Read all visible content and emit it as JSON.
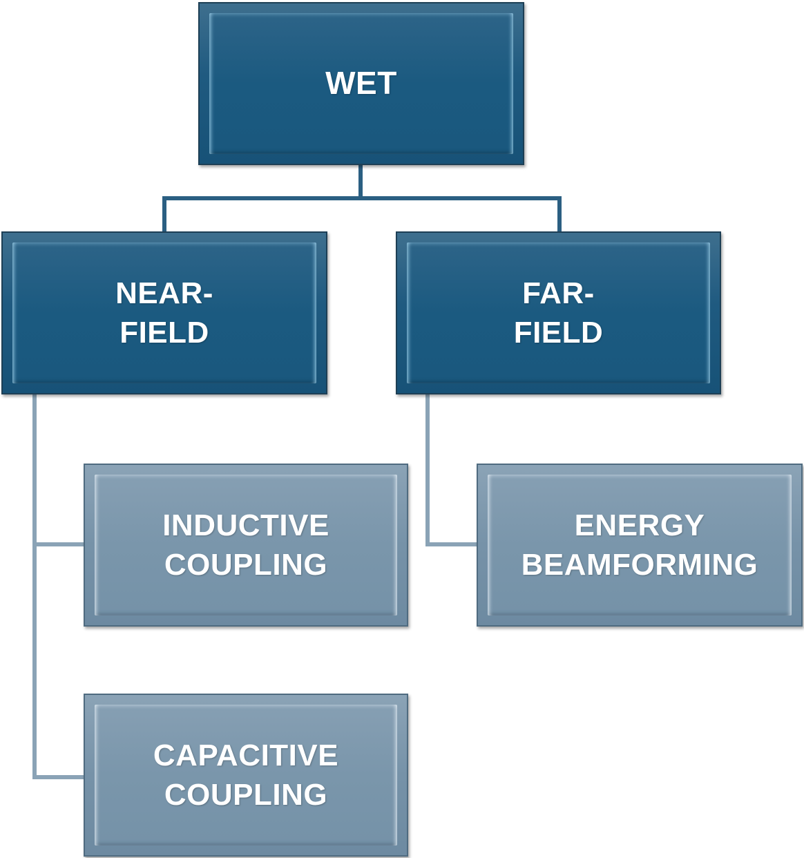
{
  "nodes": {
    "root": {
      "label": "WET"
    },
    "near_field": {
      "label": "NEAR-\nFIELD"
    },
    "far_field": {
      "label": "FAR-\nFIELD"
    },
    "inductive": {
      "label": "INDUCTIVE\nCOUPLING"
    },
    "capacitive": {
      "label": "CAPACITIVE\nCOUPLING"
    },
    "energy": {
      "label": "ENERGY\nBEAMFORMING"
    }
  },
  "colors": {
    "level1": "#1f5a80",
    "level2": "#7692a8",
    "connector_dark": "#2b5f82",
    "connector_light": "#8aa3b6"
  }
}
